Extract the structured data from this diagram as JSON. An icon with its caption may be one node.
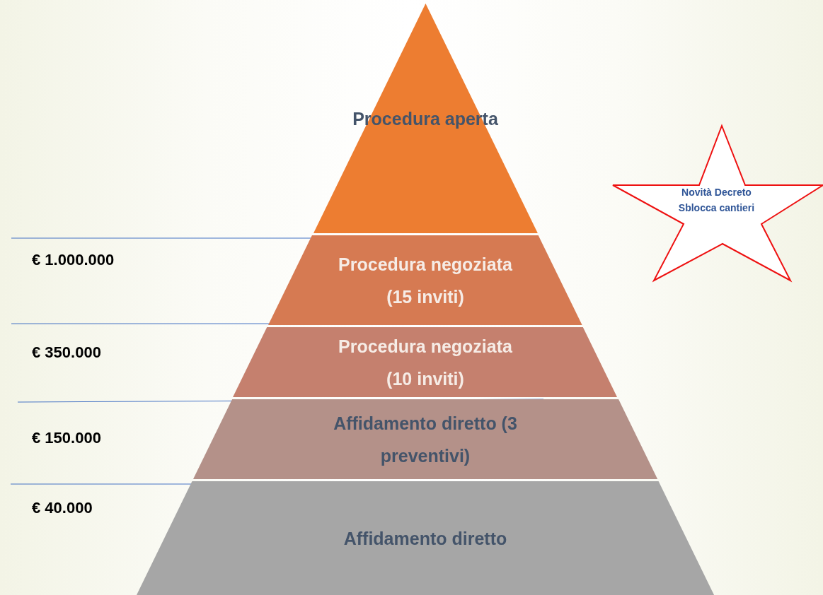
{
  "diagram": {
    "nodes": [
      {
        "text": [
          "Procedura aperta"
        ]
      },
      {
        "text": [
          "Procedura negoziata (15 inviti)"
        ]
      },
      {
        "text": [
          "Procedura negoziata (10 inviti)"
        ]
      },
      {
        "text": [
          "Affidamento diretto (3 preventivi)"
        ]
      },
      {
        "text": [
          "Affidamento diretto"
        ]
      },
      {
        "text": [
          "Novità Decreto Sblocca cantieri"
        ]
      }
    ],
    "edges": [],
    "labels": [
      "€ 1.000.000",
      "€ 350.000",
      "€ 150.000",
      "€ 40.000"
    ]
  }
}
